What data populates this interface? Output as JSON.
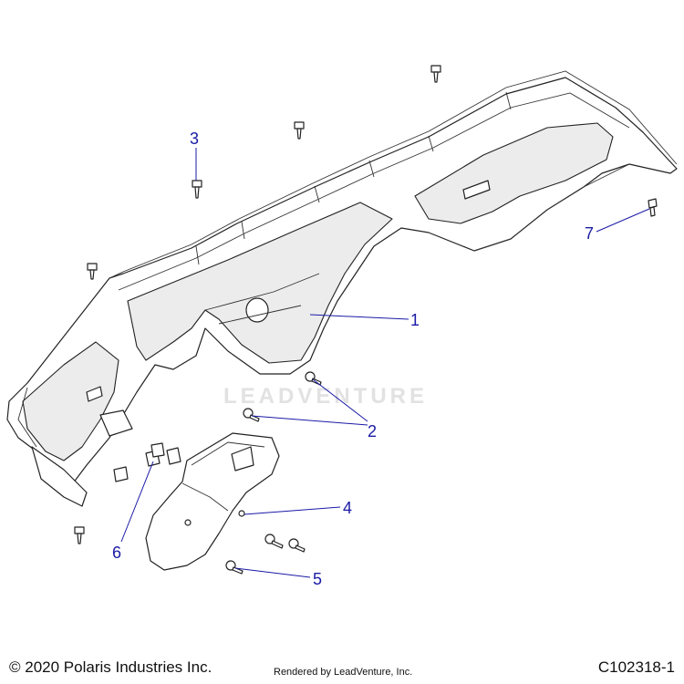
{
  "footer": {
    "copyright": "© 2020 Polaris Industries Inc.",
    "rendered_by": "Rendered by LeadVenture, Inc.",
    "diagram_code": "C102318-1"
  },
  "watermark": {
    "text": "LEADVENTURE"
  },
  "callouts": [
    {
      "id": "1",
      "label": "1"
    },
    {
      "id": "2",
      "label": "2"
    },
    {
      "id": "3",
      "label": "3"
    },
    {
      "id": "4",
      "label": "4"
    },
    {
      "id": "5",
      "label": "5"
    },
    {
      "id": "6",
      "label": "6"
    },
    {
      "id": "7",
      "label": "7"
    }
  ],
  "colors": {
    "callout": "#1a1aa6",
    "line": "#222222"
  }
}
